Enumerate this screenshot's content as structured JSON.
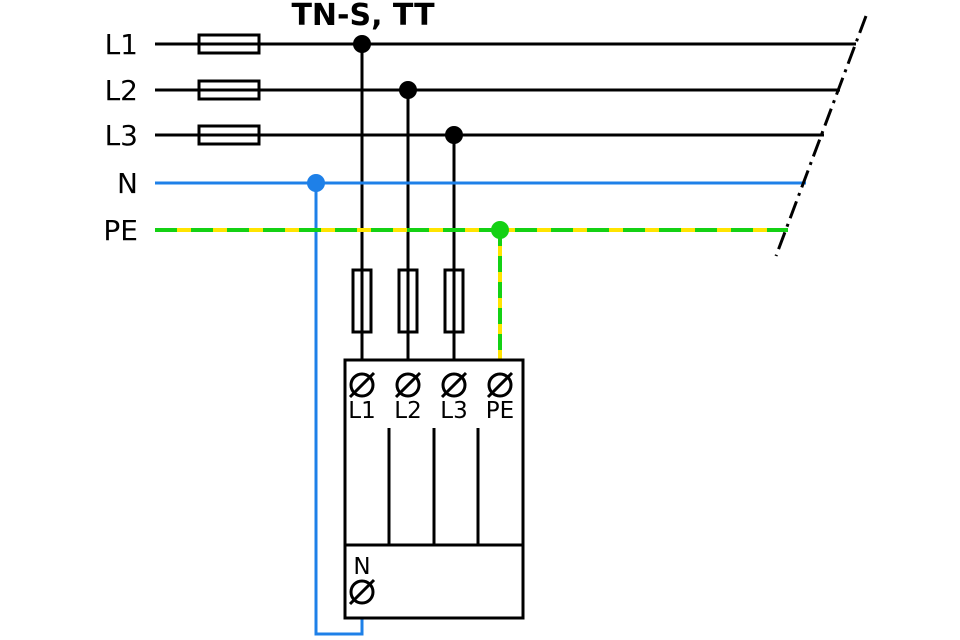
{
  "title": "TN-S, TT",
  "bus": {
    "labels": [
      "L1",
      "L2",
      "L3",
      "N",
      "PE"
    ]
  },
  "device": {
    "terminal_labels": [
      "L1",
      "L2",
      "L3",
      "PE"
    ],
    "neutral_terminal_label": "N"
  },
  "colors": {
    "conductor": "#000000",
    "neutral": "#1e80e8",
    "pe_green": "#14d114",
    "pe_yellow": "#ffe400"
  }
}
